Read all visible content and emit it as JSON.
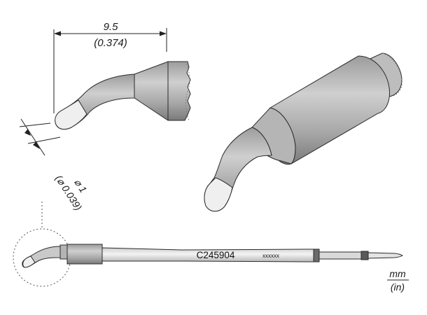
{
  "dimensions": {
    "length_mm": "9.5",
    "length_in": "(0.374)",
    "tip_diameter_mm": "⌀ 1",
    "tip_diameter_in": "(⌀ 0.039)"
  },
  "part": {
    "code": "C245904",
    "serial_placeholder": "xxxxxx"
  },
  "units": {
    "primary": "mm",
    "secondary": "(in)"
  },
  "colors": {
    "metal_light": "#d4d4d4",
    "metal_mid": "#a9a9a9",
    "metal_dark": "#7d7d7d",
    "tip_plating": "#ededed",
    "shaft": "#e2e2e2",
    "line": "#222222"
  }
}
